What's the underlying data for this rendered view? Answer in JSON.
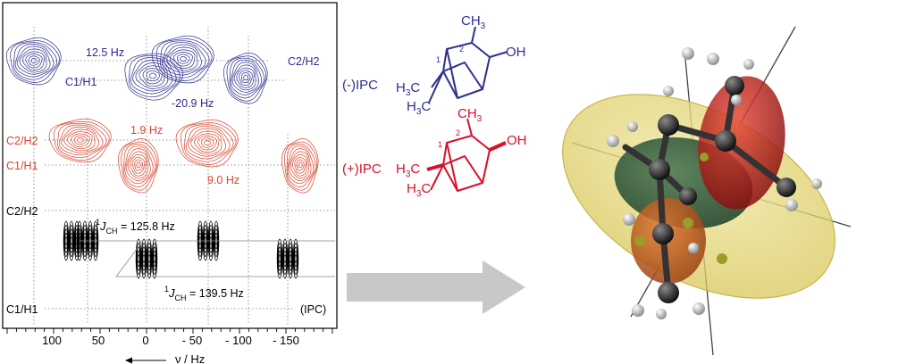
{
  "spectrum": {
    "blue_labels": {
      "c2h2": "C2/H2",
      "c1h1": "C1/H1",
      "j1": "12.5 Hz",
      "j2": "-20.9 Hz"
    },
    "red_labels": {
      "c2h2": "C2/H2",
      "c1h1": "C1/H1",
      "j1": "1.9 Hz",
      "j2": "9.0 Hz"
    },
    "black_labels": {
      "c2h2": "C2/H2",
      "c1h1": "C1/H1",
      "j1_prefix": "1",
      "j1_main": "J",
      "j1_sub": "CH",
      "j1_value": " = 125.8 Hz",
      "j2_prefix": "1",
      "j2_main": "J",
      "j2_sub": "CH",
      "j2_value": " = 139.5 Hz",
      "ipc": "(IPC)"
    },
    "x_axis": {
      "ticks": [
        "100",
        "50",
        "0",
        "- 50",
        "- 100",
        "- 150"
      ],
      "label": "ν / Hz"
    }
  },
  "molecules": {
    "minus": {
      "name": "(-)IPC",
      "ch3": "CH",
      "ch3_sub": "3",
      "oh": "OH",
      "h3c_1": "H",
      "h3c_1_sub": "3",
      "h3c_1_c": "C",
      "h3c_2": "H",
      "h3c_2_sub": "3",
      "h3c_2_c": "C",
      "num1": "1",
      "num2": "2"
    },
    "plus": {
      "name": "(+)IPC",
      "ch3": "CH",
      "ch3_sub": "3",
      "oh": "OH",
      "h3c_1": "H",
      "h3c_1_sub": "3",
      "h3c_1_c": "C",
      "h3c_2": "H",
      "h3c_2_sub": "3",
      "h3c_2_c": "C",
      "num1": "1",
      "num2": "2"
    }
  },
  "colors": {
    "blue": "#2b2c8c",
    "red": "#d9432a",
    "mol_blue": "#2e2f8f",
    "mol_red": "#d8102a",
    "arrow": "#c8c8c8"
  },
  "icons": {
    "arrow": "right-arrow-icon",
    "model": "molecule-3d-model"
  }
}
